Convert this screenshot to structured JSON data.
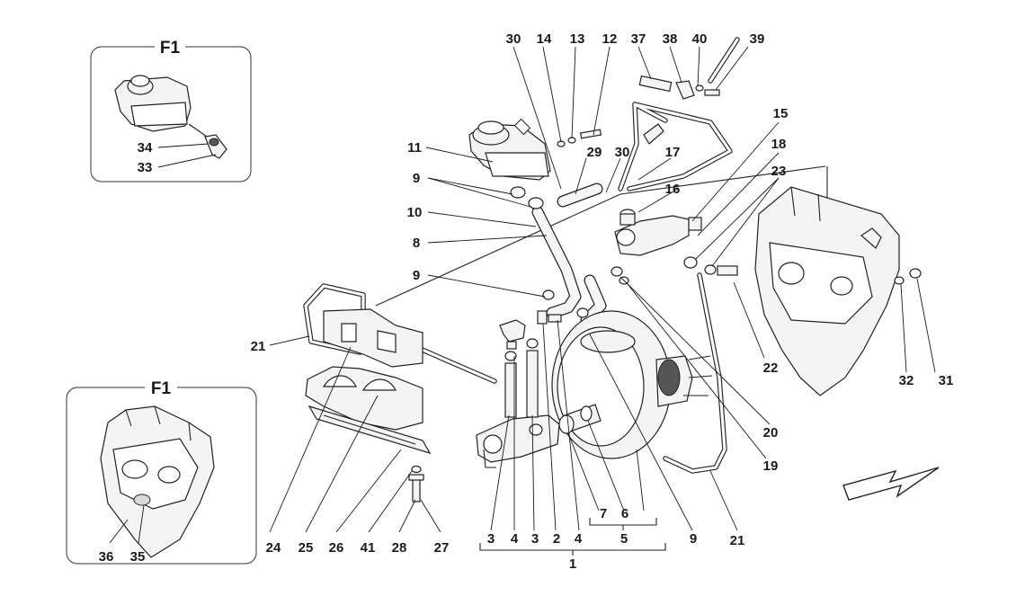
{
  "diagram": {
    "inset_top": {
      "title": "F1",
      "labels": [
        "34",
        "33"
      ]
    },
    "inset_bottom": {
      "title": "F1",
      "labels": [
        "36",
        "35"
      ]
    },
    "top_labels": [
      "30",
      "14",
      "13",
      "12",
      "37",
      "38",
      "40",
      "39"
    ],
    "left_labels": [
      "11",
      "9",
      "10",
      "8",
      "9",
      "21"
    ],
    "middle_labels": [
      "29",
      "30",
      "17",
      "16"
    ],
    "right_labels": [
      "15",
      "18",
      "23",
      "22",
      "32",
      "31",
      "20",
      "19",
      "21"
    ],
    "bottom_labels": [
      "24",
      "25",
      "26",
      "41",
      "28",
      "27",
      "3",
      "4",
      "3",
      "2",
      "4",
      "7",
      "6",
      "5",
      "1",
      "9"
    ]
  }
}
